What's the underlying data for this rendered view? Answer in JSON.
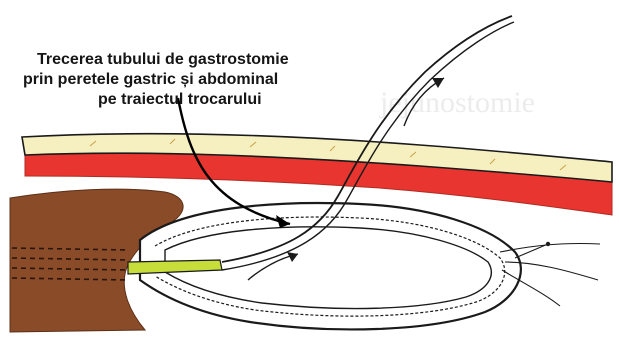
{
  "caption": {
    "lines": [
      "Trecerea tubului de gastrostomie",
      "prin peretele gastric și abdominal",
      "pe traiectul trocarului"
    ]
  },
  "watermark": "jejunostomie",
  "colors": {
    "fat_layer": "#f6efbf",
    "muscle_layer": "#e8352f",
    "liver": "#8a4b28",
    "tube_segment": "#c6dd3a",
    "outline": "#1a1a1a"
  }
}
